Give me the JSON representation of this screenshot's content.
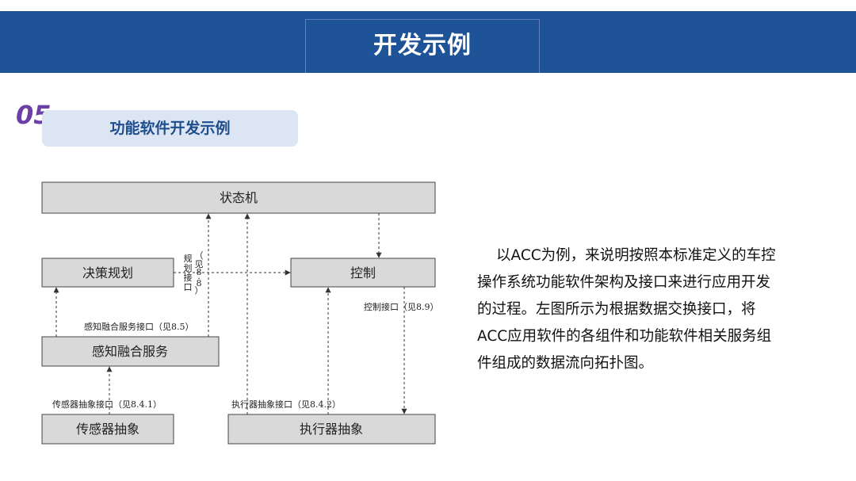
{
  "header": {
    "title": "开发示例"
  },
  "section": {
    "number": "05",
    "title": "功能软件开发示例"
  },
  "diagram": {
    "boxes": {
      "state_machine": "状态机",
      "decision": "决策规划",
      "control": "控制",
      "perception_fusion": "感知融合服务",
      "sensor_abstraction": "传感器抽象",
      "actuator_abstraction": "执行器抽象"
    },
    "interfaces": {
      "planning_interface_chars": [
        "规",
        "划",
        "接",
        "口"
      ],
      "planning_interface_ref_chars": [
        "（",
        "见",
        "8",
        ".",
        "8",
        "）"
      ],
      "perception_fusion_interface": "感知融合服务接口（见8.5）",
      "control_interface": "控制接口（见8.9）",
      "sensor_interface": "传感器抽象接口（见8.4.1）",
      "actuator_interface": "执行器抽象接口（见8.4.2）"
    }
  },
  "description": "以ACC为例，来说明按照本标准定义的车控操作系统功能软件架构及接口来进行应用开发的过程。左图所示为根据数据交换接口，将ACC应用软件的各组件和功能软件相关服务组件组成的数据流向拓扑图。"
}
